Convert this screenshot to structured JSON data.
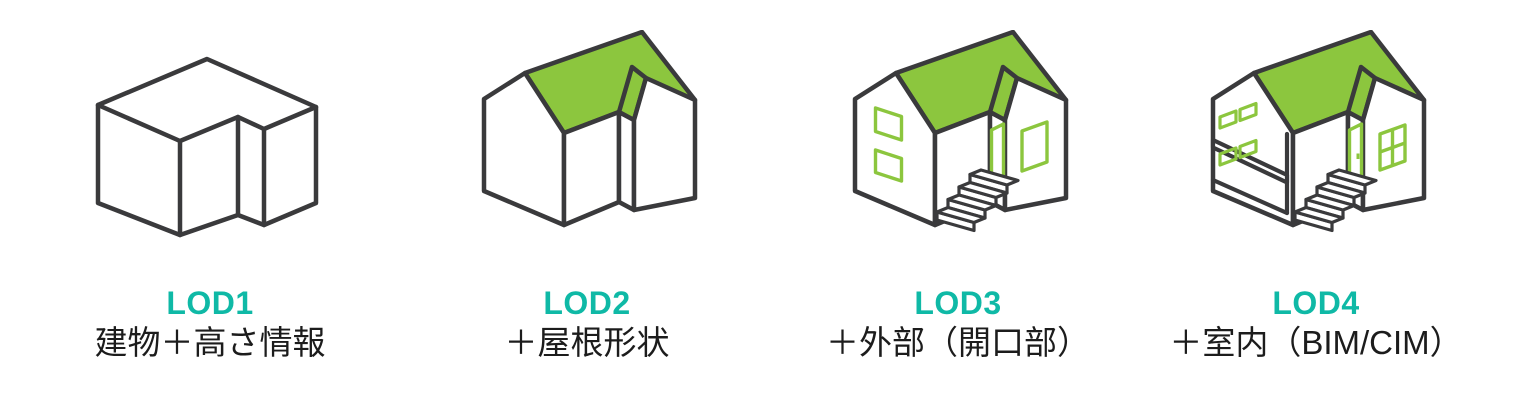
{
  "page": {
    "background": "#ffffff"
  },
  "colors": {
    "outline_dark": "#3A3A3C",
    "roof_green": "#8CC63E",
    "accent_teal": "#0FB9A6",
    "text_black": "#1C1C1C"
  },
  "cards": [
    {
      "id": "lod1",
      "label": "LOD1",
      "description": "建物＋高さ情報",
      "icon": "building-mass-icon"
    },
    {
      "id": "lod2",
      "label": "LOD2",
      "description": "＋屋根形状",
      "icon": "house-roof-icon"
    },
    {
      "id": "lod3",
      "label": "LOD3",
      "description": "＋外部（開口部）",
      "icon": "house-openings-icon"
    },
    {
      "id": "lod4",
      "label": "LOD4",
      "description": "＋室内（BIM/CIM）",
      "icon": "house-interior-icon"
    }
  ]
}
